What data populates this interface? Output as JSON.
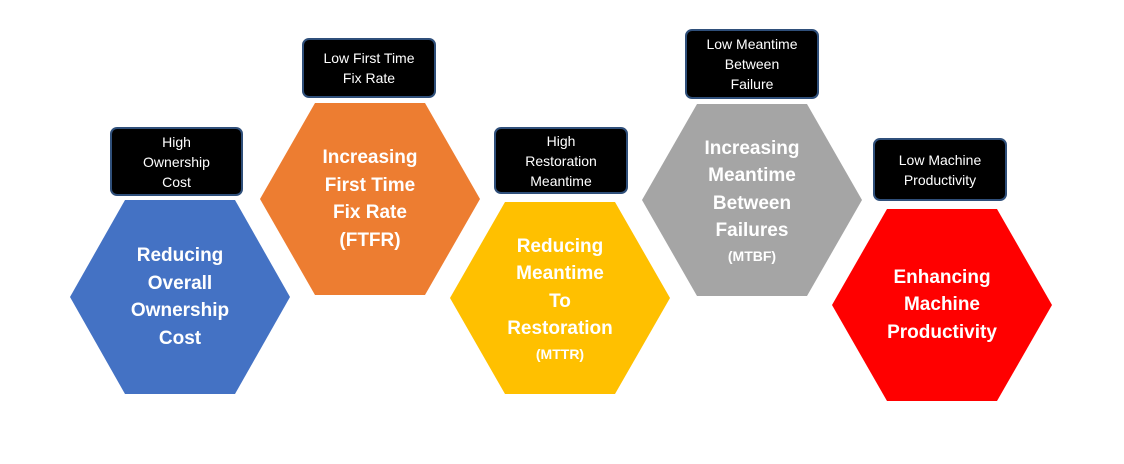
{
  "tags": [
    {
      "text": "High\nOwnership\nCost"
    },
    {
      "text": "Low First Time\nFix Rate"
    },
    {
      "text": "High\nRestoration\nMeantime"
    },
    {
      "text": "Low Meantime\nBetween\nFailure"
    },
    {
      "text": "Low Machine\nProductivity"
    }
  ],
  "hexagons": [
    {
      "title": "Reducing\nOverall\nOwnership\nCost",
      "abbr": "",
      "color": "#4472C4"
    },
    {
      "title": "Increasing\nFirst Time\nFix Rate\n(FTFR)",
      "abbr": "",
      "color": "#ED7D31"
    },
    {
      "title": "Reducing\nMeantime\nTo\nRestoration",
      "abbr": "(MTTR)",
      "color": "#FFC000"
    },
    {
      "title": "Increasing\nMeantime\nBetween\nFailures",
      "abbr": "(MTBF)",
      "color": "#A5A5A5"
    },
    {
      "title": "Enhancing\nMachine\nProductivity",
      "abbr": "",
      "color": "#FF0000"
    }
  ]
}
